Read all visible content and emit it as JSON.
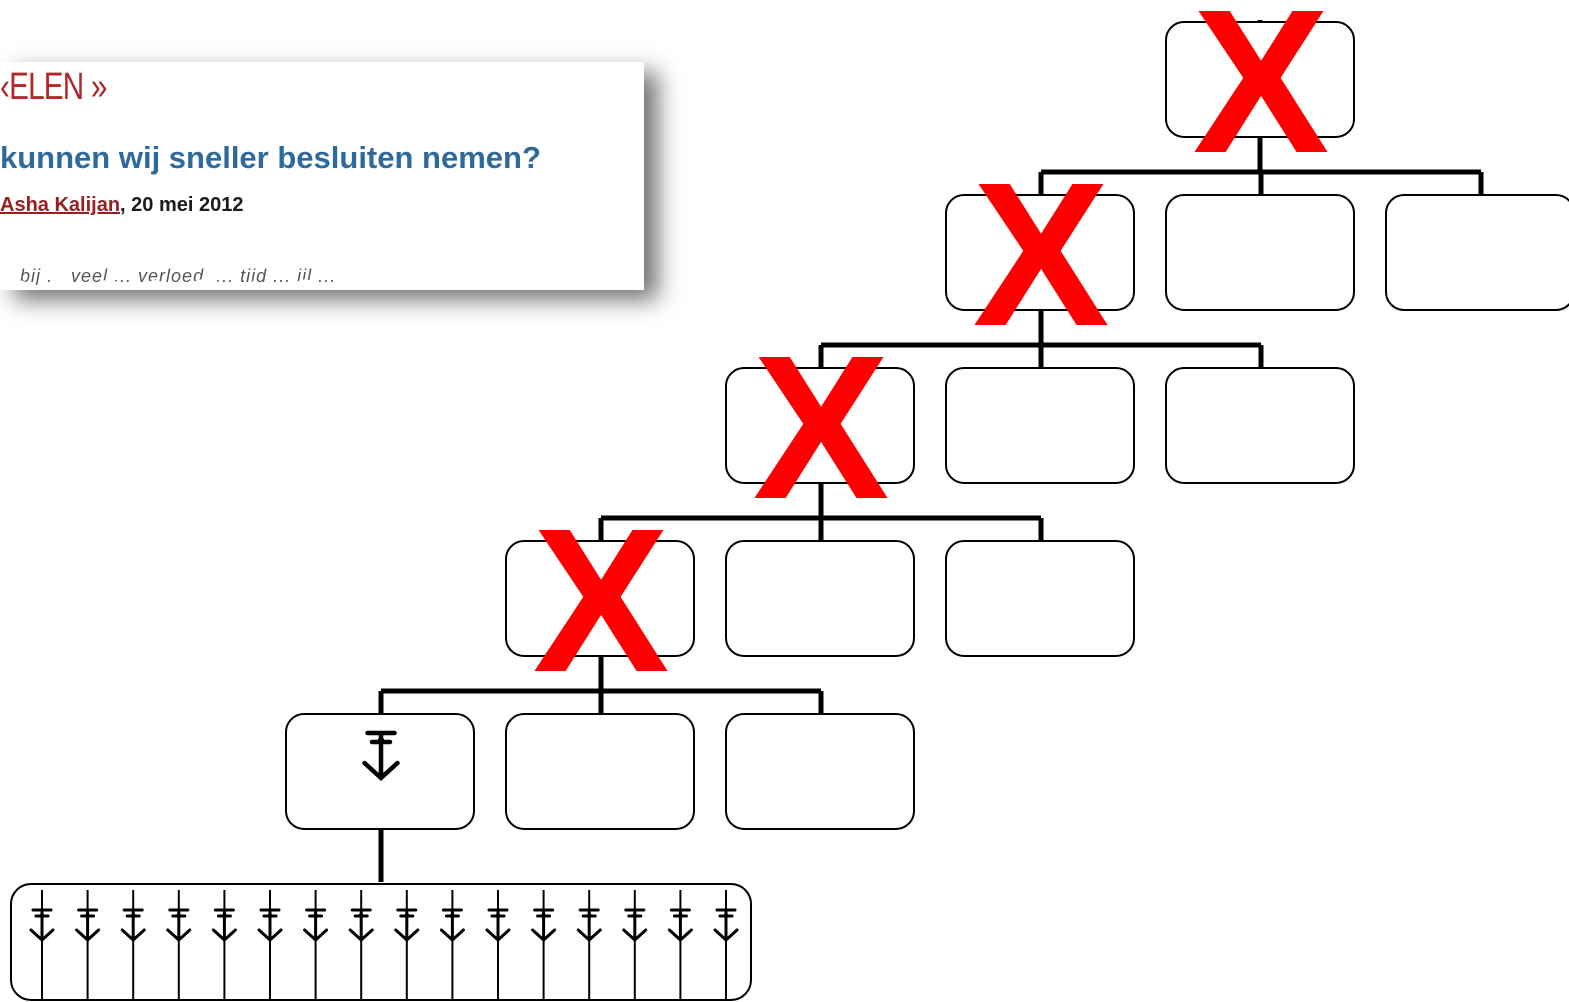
{
  "clipping": {
    "heading": "‹ELEN »",
    "title": "kunnen wij sneller besluiten nemen?",
    "author": "Asha Kalijan",
    "date_sep": ",",
    "date": "20 mei 2012",
    "excerpt": "bij ... veel ... verloed. ... tijd ... ijl ..."
  },
  "diagram": {
    "cross_symbol": "X",
    "colors": {
      "cross": "#ff0000",
      "line": "#000000",
      "box_border": "#000000"
    },
    "levels": 5,
    "boxes_per_level": 3,
    "crossed_levels": 4,
    "team_members": 16
  }
}
